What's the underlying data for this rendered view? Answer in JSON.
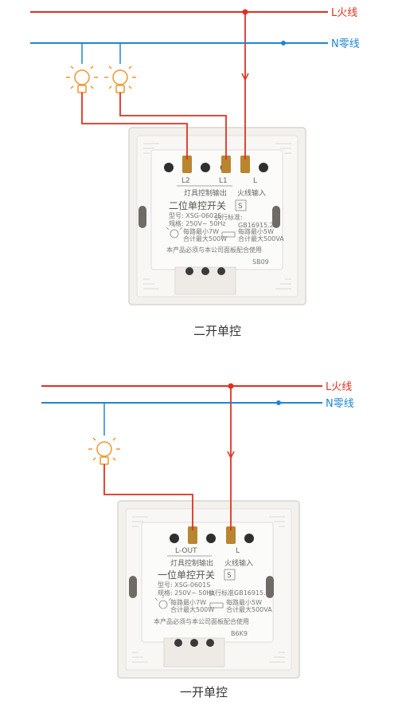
{
  "colors": {
    "live_wire": "#e0311f",
    "neutral_wire": "#1f86d1",
    "bulb": "#f0962b",
    "panel": "#f3f1ee",
    "panel_border": "#d9d6d1"
  },
  "wires": {
    "live_label": "L火线",
    "neutral_label": "N零线"
  },
  "diagram_top": {
    "caption": "二开单控",
    "terminals": [
      "L2",
      "L1",
      "L"
    ],
    "output_label": "灯具控制输出",
    "input_label": "火线输入",
    "product_title": "二位单控开关",
    "badge": "S",
    "model": "型号: XSG-0602S",
    "rating": "规格: 250V~ 50Hz",
    "standard_label": "执行标准:",
    "standard": "GB16915.2",
    "spec_left_1": "每路最小7W",
    "spec_left_2": "合计最大500W",
    "spec_right_1": "每路最小5W",
    "spec_right_2": "合计最大500VA",
    "note": "本产品必须与本公司面板配合使用",
    "code": "SB09"
  },
  "diagram_bottom": {
    "caption": "一开单控",
    "terminals": [
      "L-OUT",
      "L"
    ],
    "output_label": "灯具控制输出",
    "input_label": "火线输入",
    "product_title": "一位单控开关",
    "badge": "S",
    "model": "型号: XSG-0601S",
    "rating": "规格: 250V~ 50Hz",
    "standard_label": "执行标准:",
    "standard": "GB16915.2",
    "spec_left_1": "每路最小7W",
    "spec_left_2": "合计最大500W",
    "spec_right_1": "每路最小5W",
    "spec_right_2": "合计最大500VA",
    "note": "本产品必须与本公司面板配合使用",
    "code": "B6K9"
  }
}
